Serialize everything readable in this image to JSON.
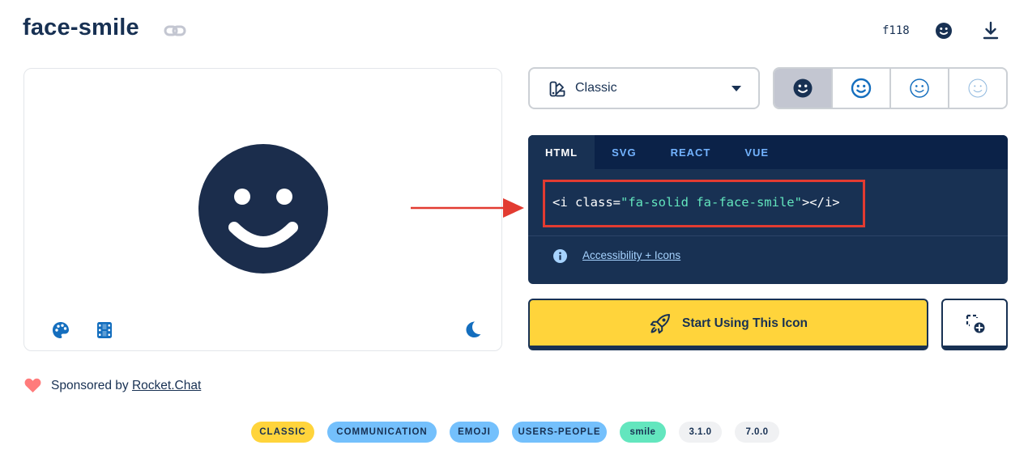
{
  "header": {
    "title": "face-smile",
    "unicode": "f118"
  },
  "style_select": {
    "selected": "Classic"
  },
  "code_tabs": [
    "HTML",
    "SVG",
    "REACT",
    "VUE"
  ],
  "code": {
    "prefix": "<i class=",
    "class_string": "\"fa-solid fa-face-smile\"",
    "suffix": "></i>"
  },
  "accessibility_link": "Accessibility + Icons",
  "start_button": "Start Using This Icon",
  "sponsor": {
    "prefix": "Sponsored by ",
    "name": "Rocket.Chat"
  },
  "tags": [
    {
      "label": "CLASSIC",
      "color": "#ffd43b"
    },
    {
      "label": "COMMUNICATION",
      "color": "#74c0fc"
    },
    {
      "label": "EMOJI",
      "color": "#74c0fc"
    },
    {
      "label": "USERS-PEOPLE",
      "color": "#74c0fc"
    },
    {
      "label": "smile",
      "color": "#63e6be"
    },
    {
      "label": "3.1.0",
      "color": "#f0f1f3"
    },
    {
      "label": "7.0.0",
      "color": "#f0f1f3"
    }
  ],
  "colors": {
    "navy": "#183153",
    "yellow": "#ffd43b",
    "blue_icon": "#146ebe",
    "code_string": "#63e6be",
    "highlight_box": "#e23b31"
  }
}
